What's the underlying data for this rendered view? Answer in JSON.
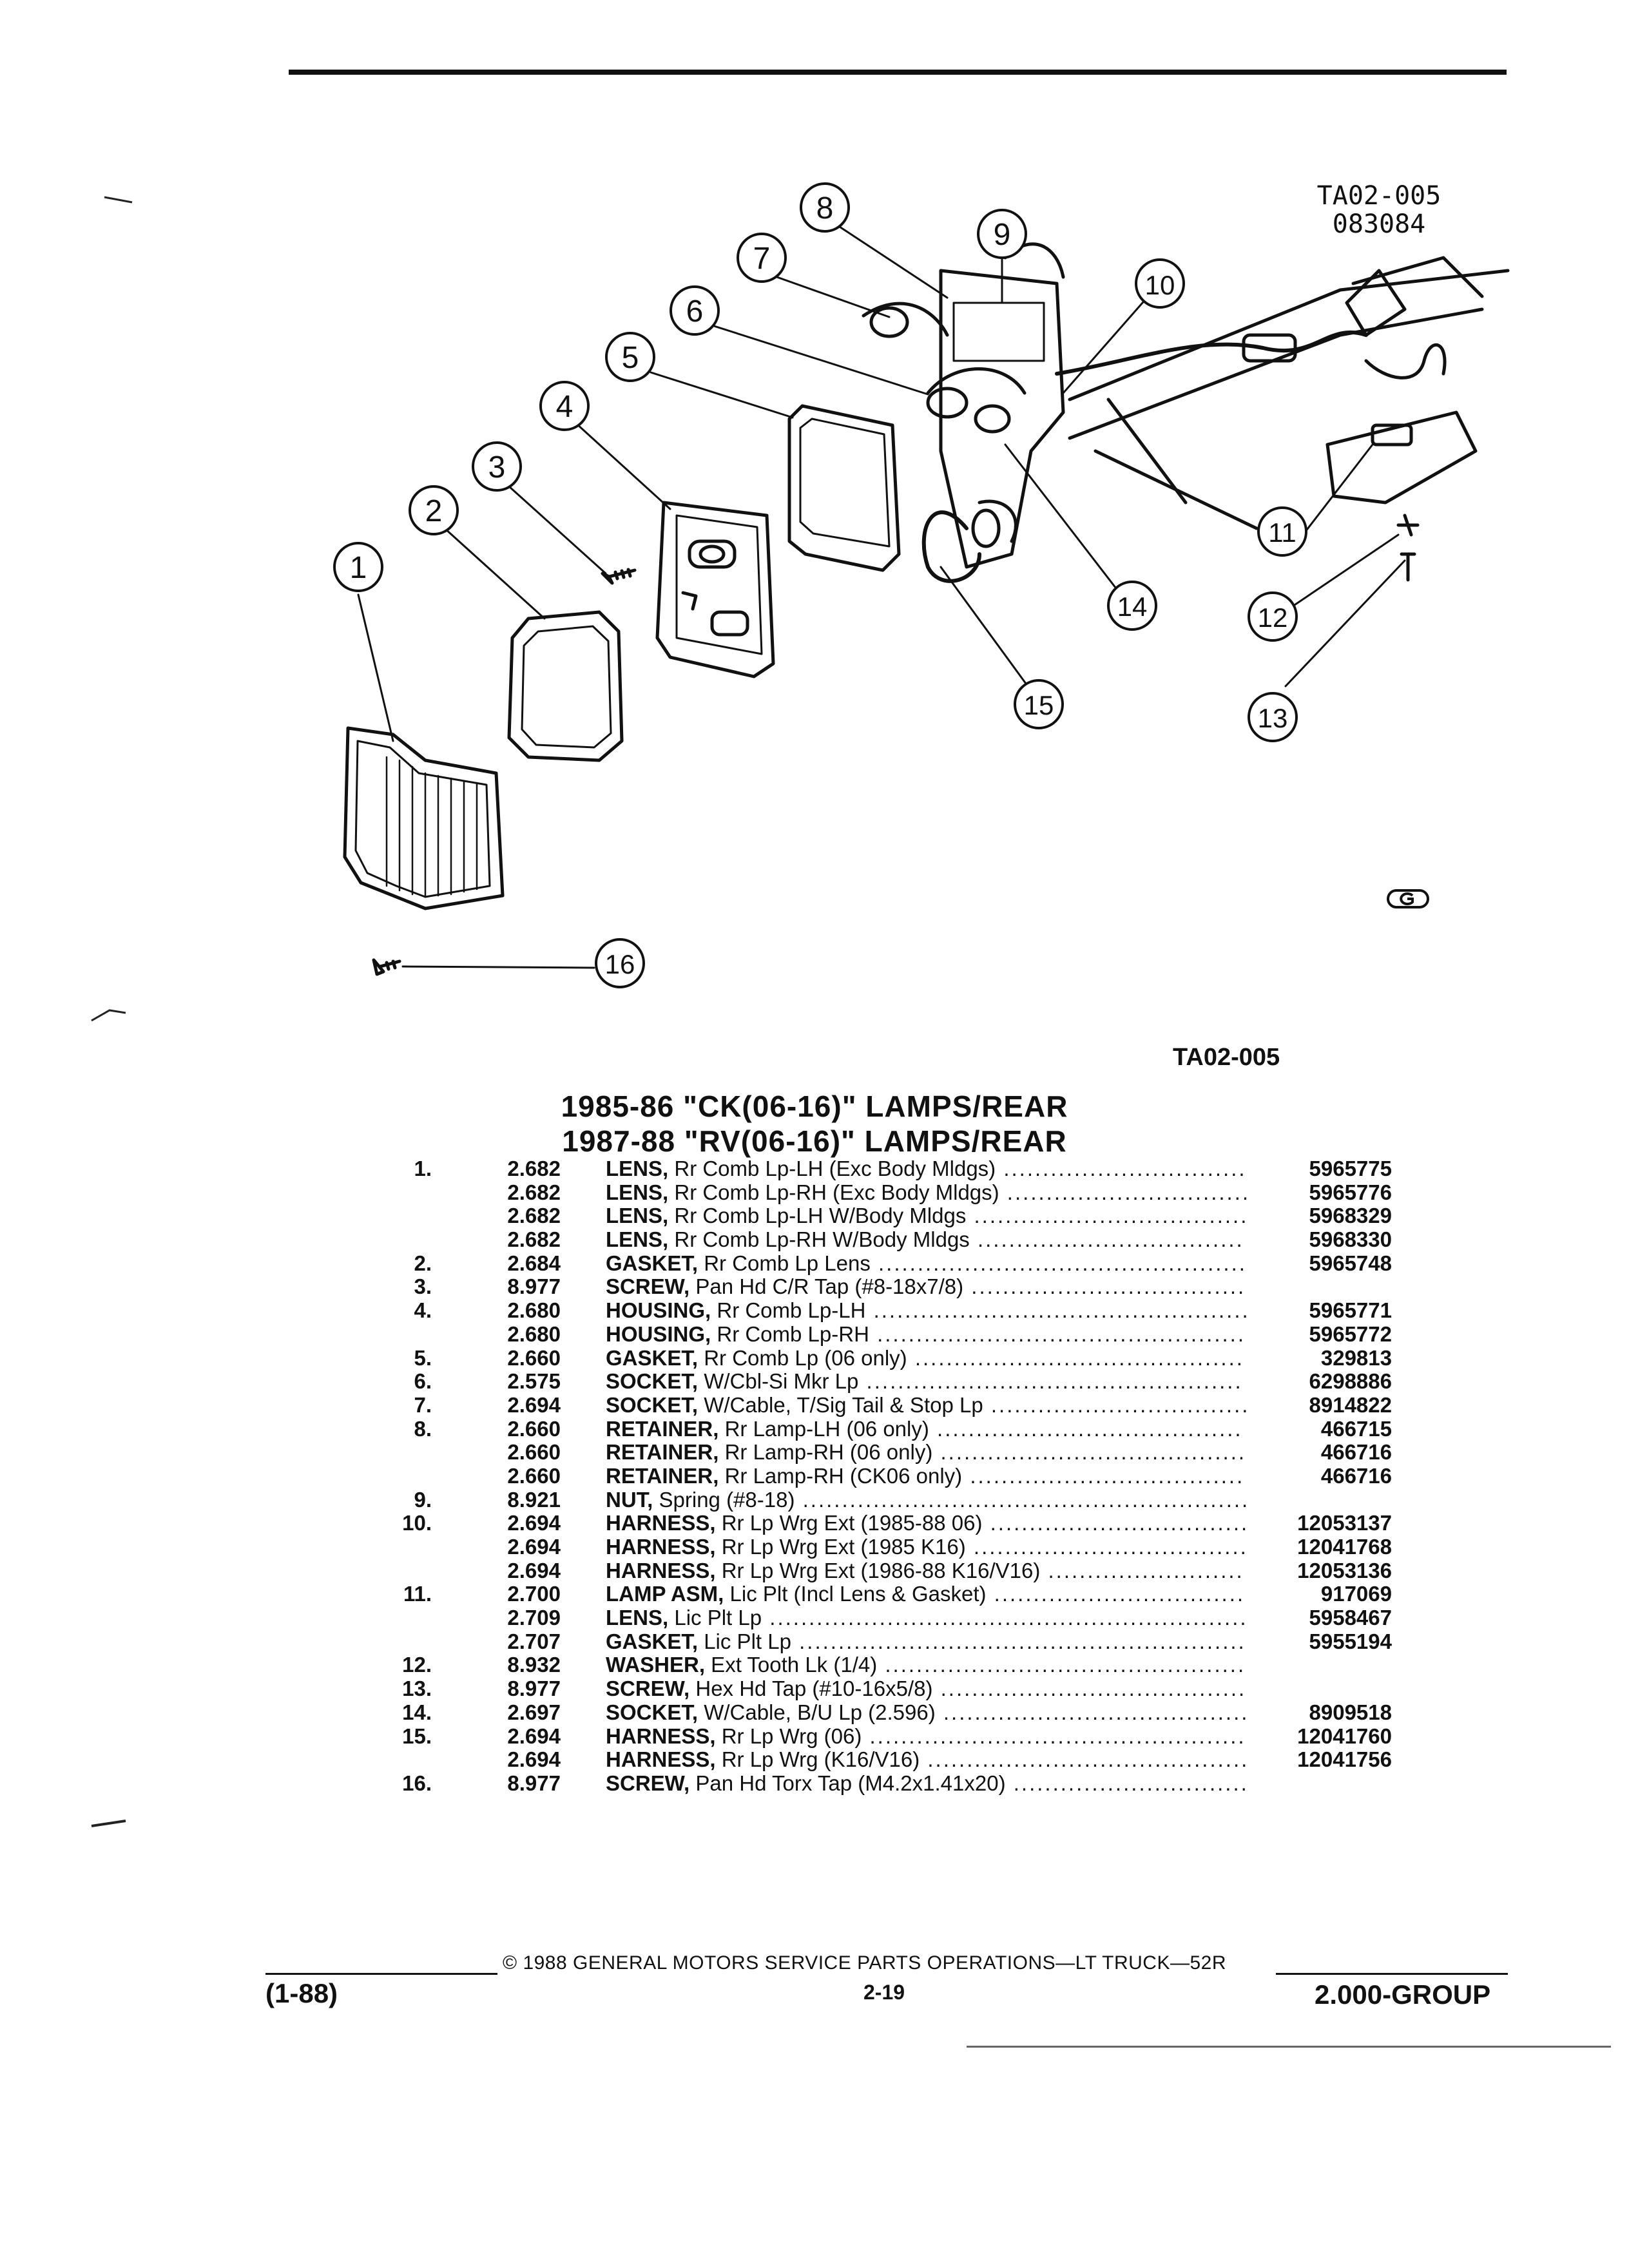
{
  "figure": {
    "code_lines": [
      "TA02-005",
      "083084"
    ],
    "reference": "TA02-005",
    "callouts": [
      "1",
      "2",
      "3",
      "4",
      "5",
      "6",
      "7",
      "8",
      "9",
      "10",
      "11",
      "12",
      "13",
      "14",
      "15",
      "16"
    ]
  },
  "titles": [
    "1985-86 \"CK(06-16)\" LAMPS/REAR",
    "1987-88 \"RV(06-16)\" LAMPS/REAR"
  ],
  "parts": [
    {
      "idx": "1.",
      "grp": "2.682",
      "name": "LENS,",
      "rest": " Rr Comb Lp-LH (Exc Body Mldgs)",
      "pn": "5965775"
    },
    {
      "idx": "",
      "grp": "2.682",
      "name": "LENS,",
      "rest": " Rr Comb Lp-RH (Exc Body Mldgs)",
      "pn": "5965776"
    },
    {
      "idx": "",
      "grp": "2.682",
      "name": "LENS,",
      "rest": " Rr Comb Lp-LH W/Body Mldgs",
      "pn": "5968329"
    },
    {
      "idx": "",
      "grp": "2.682",
      "name": "LENS,",
      "rest": " Rr Comb Lp-RH W/Body Mldgs",
      "pn": "5968330"
    },
    {
      "idx": "2.",
      "grp": "2.684",
      "name": "GASKET,",
      "rest": " Rr Comb Lp Lens",
      "pn": "5965748"
    },
    {
      "idx": "3.",
      "grp": "8.977",
      "name": "SCREW,",
      "rest": " Pan Hd C/R Tap (#8-18x7/8)",
      "pn": ""
    },
    {
      "idx": "4.",
      "grp": "2.680",
      "name": "HOUSING,",
      "rest": " Rr Comb Lp-LH",
      "pn": "5965771"
    },
    {
      "idx": "",
      "grp": "2.680",
      "name": "HOUSING,",
      "rest": " Rr Comb Lp-RH",
      "pn": "5965772"
    },
    {
      "idx": "5.",
      "grp": "2.660",
      "name": "GASKET,",
      "rest": " Rr Comb Lp (06 only)",
      "pn": "329813"
    },
    {
      "idx": "6.",
      "grp": "2.575",
      "name": "SOCKET,",
      "rest": " W/Cbl-Si Mkr Lp",
      "pn": "6298886"
    },
    {
      "idx": "7.",
      "grp": "2.694",
      "name": "SOCKET,",
      "rest": " W/Cable, T/Sig Tail & Stop Lp",
      "pn": "8914822"
    },
    {
      "idx": "8.",
      "grp": "2.660",
      "name": "RETAINER,",
      "rest": " Rr Lamp-LH (06 only)",
      "pn": "466715"
    },
    {
      "idx": "",
      "grp": "2.660",
      "name": "RETAINER,",
      "rest": " Rr Lamp-RH (06 only)",
      "pn": "466716"
    },
    {
      "idx": "",
      "grp": "2.660",
      "name": "RETAINER,",
      "rest": " Rr Lamp-RH (CK06 only)",
      "pn": "466716"
    },
    {
      "idx": "9.",
      "grp": "8.921",
      "name": "NUT,",
      "rest": " Spring (#8-18)",
      "pn": ""
    },
    {
      "idx": "10.",
      "grp": "2.694",
      "name": "HARNESS,",
      "rest": " Rr Lp Wrg Ext (1985-88 06)",
      "pn": "12053137"
    },
    {
      "idx": "",
      "grp": "2.694",
      "name": "HARNESS,",
      "rest": " Rr Lp Wrg Ext (1985 K16)",
      "pn": "12041768"
    },
    {
      "idx": "",
      "grp": "2.694",
      "name": "HARNESS,",
      "rest": " Rr Lp Wrg Ext (1986-88 K16/V16)",
      "pn": "12053136"
    },
    {
      "idx": "11.",
      "grp": "2.700",
      "name": "LAMP ASM,",
      "rest": " Lic Plt (Incl Lens & Gasket)",
      "pn": "917069"
    },
    {
      "idx": "",
      "grp": "2.709",
      "name": "LENS,",
      "rest": " Lic Plt Lp",
      "pn": "5958467"
    },
    {
      "idx": "",
      "grp": "2.707",
      "name": "GASKET,",
      "rest": " Lic Plt Lp",
      "pn": "5955194"
    },
    {
      "idx": "12.",
      "grp": "8.932",
      "name": "WASHER,",
      "rest": " Ext Tooth Lk (1/4)",
      "pn": ""
    },
    {
      "idx": "13.",
      "grp": "8.977",
      "name": "SCREW,",
      "rest": " Hex Hd Tap (#10-16x5/8)",
      "pn": ""
    },
    {
      "idx": "14.",
      "grp": "2.697",
      "name": "SOCKET,",
      "rest": " W/Cable, B/U Lp (2.596)",
      "pn": "8909518"
    },
    {
      "idx": "15.",
      "grp": "2.694",
      "name": "HARNESS,",
      "rest": " Rr Lp Wrg (06)",
      "pn": "12041760"
    },
    {
      "idx": "",
      "grp": "2.694",
      "name": "HARNESS,",
      "rest": " Rr Lp Wrg (K16/V16)",
      "pn": "12041756"
    },
    {
      "idx": "16.",
      "grp": "8.977",
      "name": "SCREW,",
      "rest": " Pan Hd Torx Tap (M4.2x1.41x20)",
      "pn": ""
    }
  ],
  "footer": {
    "left": "(1-88)",
    "center": "© 1988 GENERAL MOTORS SERVICE PARTS OPERATIONS—LT TRUCK—52R",
    "page": "2-19",
    "right": "2.000-GROUP"
  }
}
